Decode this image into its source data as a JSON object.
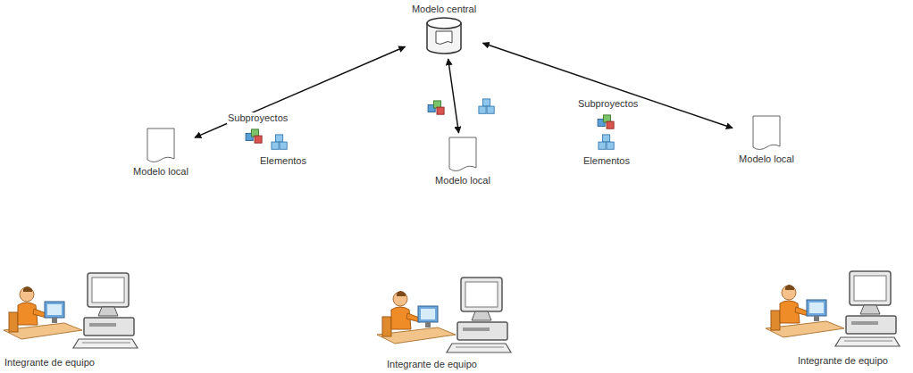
{
  "diagram": {
    "nodes": [
      {
        "text": [
          "Modelo central"
        ]
      },
      {
        "text": [
          "Modelo local"
        ]
      },
      {
        "text": [
          "Modelo local"
        ]
      },
      {
        "text": [
          "Modelo local"
        ]
      }
    ],
    "edges": [
      {
        "from": 0,
        "to": 1,
        "arrow": "both"
      },
      {
        "from": 0,
        "to": 2,
        "arrow": "both"
      },
      {
        "from": 0,
        "to": 3,
        "arrow": "both"
      }
    ],
    "labels": [
      "Subproyectos",
      "Elementos",
      "Subproyectos",
      "Elementos",
      "Integrante de equipo",
      "Integrante de equipo",
      "Integrante de equipo"
    ]
  }
}
